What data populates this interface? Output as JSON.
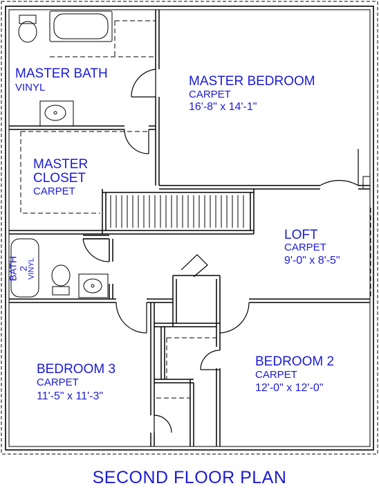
{
  "rooms": {
    "master_bath": {
      "name": "MASTER BATH",
      "floor": "VINYL"
    },
    "master_bedroom": {
      "name": "MASTER BEDROOM",
      "floor": "CARPET",
      "size": "16'-8\" x 14'-1\""
    },
    "master_closet": {
      "name_line1": "MASTER",
      "name_line2": "CLOSET",
      "floor": "CARPET"
    },
    "loft": {
      "name": "LOFT",
      "floor": "CARPET",
      "size": "9'-0\" x 8'-5\""
    },
    "bath2": {
      "name": "BATH 2",
      "floor": "VINYL"
    },
    "bedroom3": {
      "name": "BEDROOM 3",
      "floor": "CARPET",
      "size": "11'-5\" x 11'-3\""
    },
    "bedroom2": {
      "name": "BEDROOM 2",
      "floor": "CARPET",
      "size": "12'-0\" x 12'-0\""
    }
  },
  "title": "SECOND FLOOR PLAN",
  "colors": {
    "label": "#1a1ad6",
    "wall": "#000000",
    "fill": "#ffffff"
  }
}
